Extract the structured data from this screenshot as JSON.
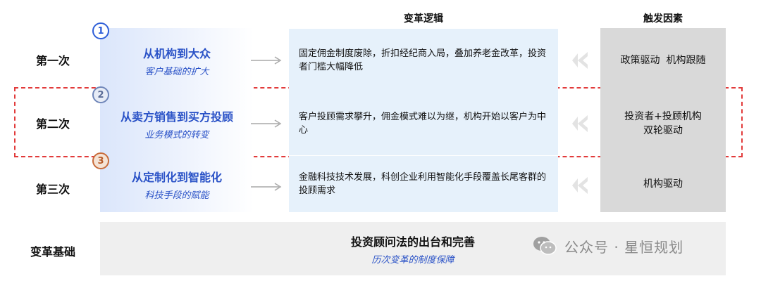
{
  "headers": {
    "logic": "变革逻辑",
    "trigger": "触发因素"
  },
  "rows": [
    {
      "label": "第一次",
      "badge": "1",
      "title": "从机构到大众",
      "subtitle": "客户基础的扩大",
      "logic": "固定佣金制度废除，折扣经纪商入局，叠加养老金改革，投资者门槛大幅降低",
      "trigger": "政策驱动  机构跟随"
    },
    {
      "label": "第二次",
      "badge": "2",
      "title": "从卖方销售到买方投顾",
      "subtitle": "业务模式的转变",
      "logic": "客户投顾需求攀升，佣金模式难以为继，机构开始以客户为中心",
      "trigger_lines": [
        "投资者+投顾机构",
        "双轮驱动"
      ]
    },
    {
      "label": "第三次",
      "badge": "3",
      "title": "从定制化到智能化",
      "subtitle": "科技手段的赋能",
      "logic": "金融科技技术发展，科创企业利用智能化手段覆盖长尾客群的投顾需求",
      "trigger": "机构驱动"
    }
  ],
  "foundation": {
    "label": "变革基础",
    "title": "投资顾问法的出台和完善",
    "subtitle": "历次变革的制度保障"
  },
  "watermark": {
    "text": "公众号 · 星恒规划",
    "icon": "wechat-icon"
  },
  "colors": {
    "accent_blue": "#2a52c7",
    "logic_bg": "#e6f1fb",
    "trigger_bg": "#d9d9d9",
    "dashed_red": "#e23b3b",
    "badge_orange": "#c86c3b"
  }
}
